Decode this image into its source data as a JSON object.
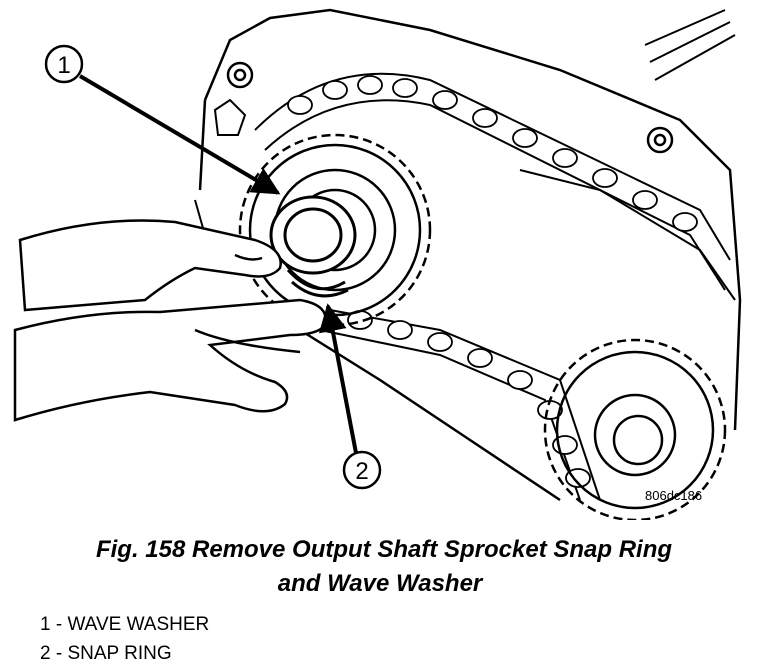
{
  "figure": {
    "code": "806dc186",
    "callouts": [
      {
        "number": "1"
      },
      {
        "number": "2"
      }
    ]
  },
  "caption": {
    "line1": "Fig. 158 Remove Output Shaft Sprocket Snap Ring",
    "line2": "and Wave Washer"
  },
  "legend": [
    {
      "text": "1 - WAVE WASHER"
    },
    {
      "text": "2 - SNAP RING"
    }
  ],
  "colors": {
    "ink": "#000000",
    "paper": "#ffffff"
  }
}
